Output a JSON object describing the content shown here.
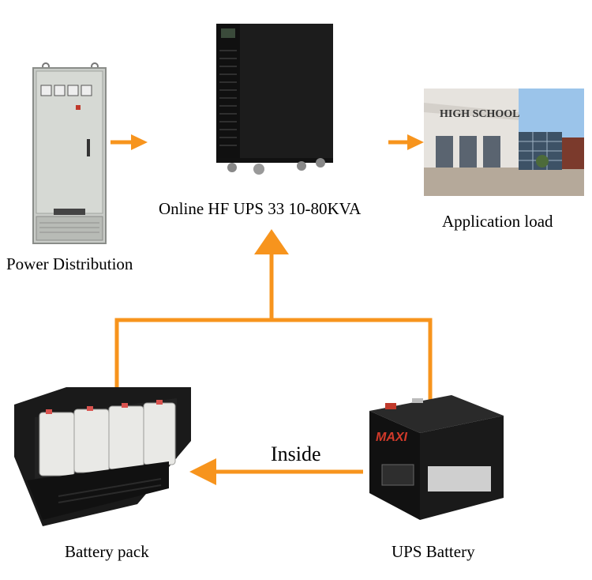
{
  "colors": {
    "arrow": "#f7941d",
    "text": "#000000",
    "background": "#ffffff"
  },
  "nodes": {
    "power_distribution": {
      "label": "Power Distribution",
      "image": "electrical-cabinet"
    },
    "ups": {
      "label": "Online HF UPS 33 10-80KVA",
      "image": "tower-ups-cabinet"
    },
    "application_load": {
      "label": "Application load",
      "image": "high-school-building"
    },
    "battery_pack": {
      "label": "Battery pack",
      "image": "battery-cabinet"
    },
    "ups_battery": {
      "label": "UPS Battery",
      "image": "sealed-lead-acid-battery"
    }
  },
  "building_sign": "HIGH SCHOOL",
  "battery_brand": "MAXI",
  "connections": {
    "inside_label": "Inside"
  }
}
